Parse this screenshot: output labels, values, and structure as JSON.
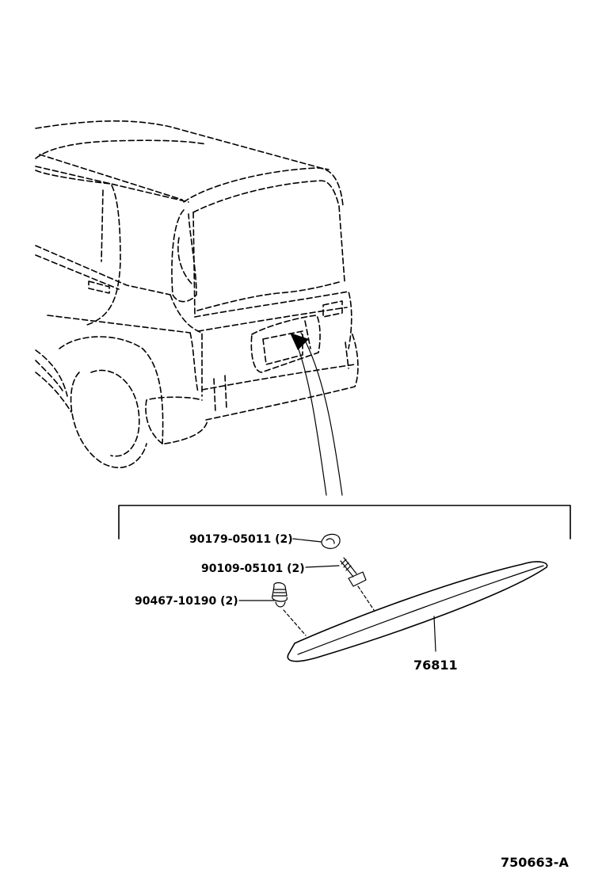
{
  "diagram": {
    "drawing_code": "750663-A",
    "parts": [
      {
        "number": "90179-05011",
        "qty": "(2)"
      },
      {
        "number": "90109-05101",
        "qty": "(2)"
      },
      {
        "number": "90467-10190",
        "qty": "(2)"
      },
      {
        "number": "76811"
      }
    ]
  }
}
